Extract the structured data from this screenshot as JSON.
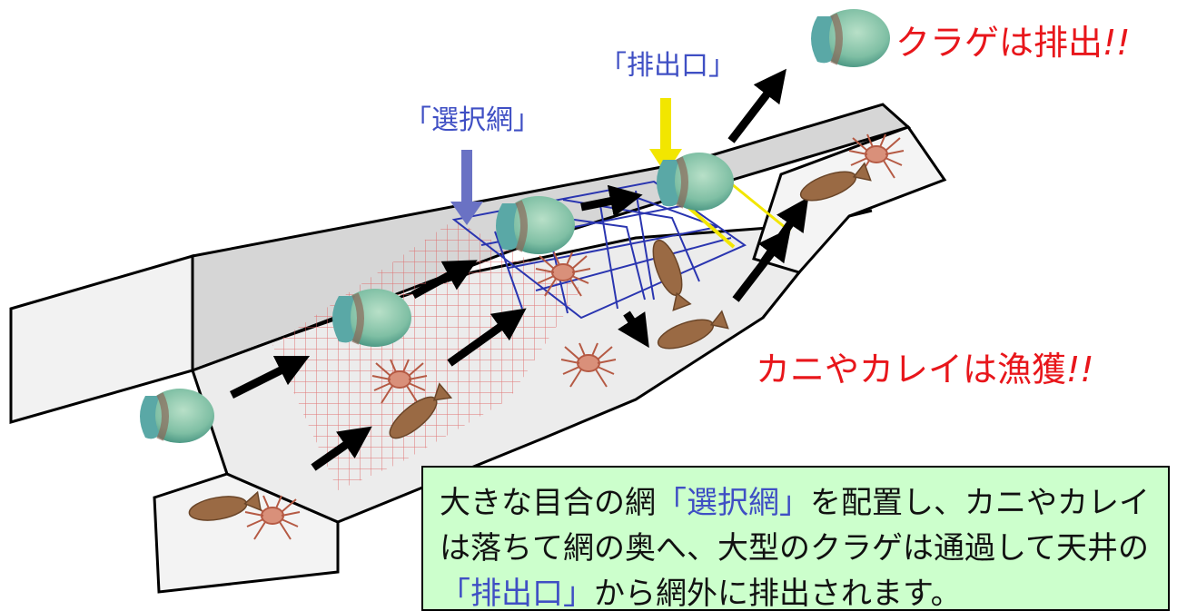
{
  "labels": {
    "sentaku_mou": "「選択網」",
    "haishutsu_kou": "「排出口」",
    "kurage_haishutsu": "クラゲは排出",
    "kurage_exclaim": "!!",
    "kani_gyokaku": "カニやカレイは漁獲",
    "kani_exclaim": "!!"
  },
  "description": {
    "part1": "大きな目合の網",
    "hl1": "「選択網」",
    "part2": "を配置し、カニやカレイは落ちて網の奥へ、大型のクラゲは通過して天井の",
    "hl2": "「排出口」",
    "part3": "から網外に排出されます。"
  },
  "colors": {
    "label_blue": "#3f4fc4",
    "label_red": "#e8161b",
    "selection_net_arrow": "#6a72c4",
    "exit_arrow": "#f2e600",
    "box_fill": "#ccffcc",
    "net_blue": "#2a35b0",
    "net_red": "#e06060"
  }
}
